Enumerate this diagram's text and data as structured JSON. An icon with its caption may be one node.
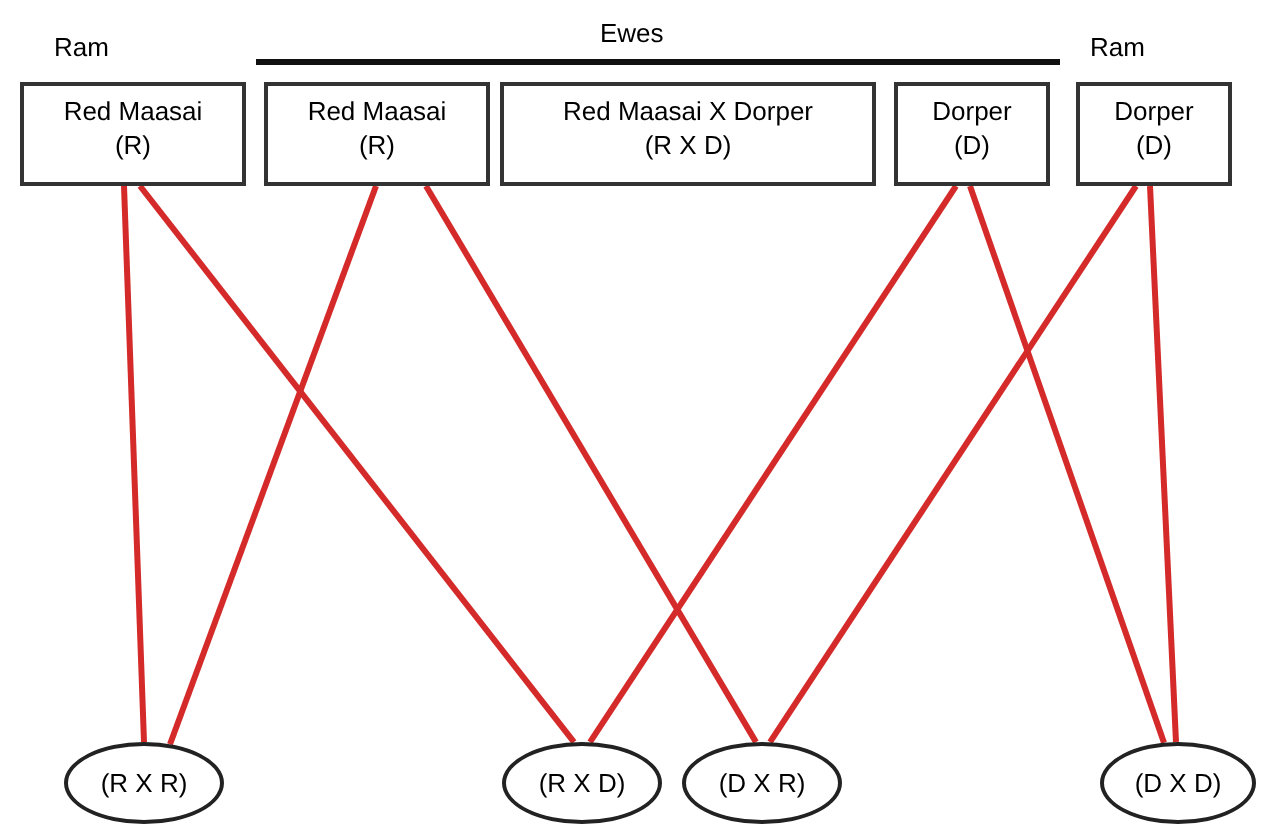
{
  "diagram": {
    "nodes": [
      {
        "text": [
          "Red Maasai",
          "(R)"
        ],
        "beside": [
          "Ram"
        ]
      },
      {
        "text": [
          "Red Maasai",
          "(R)"
        ]
      },
      {
        "text": [
          "Red Maasai X Dorper",
          "(R X D)"
        ]
      },
      {
        "text": [
          "Dorper",
          "(D)"
        ]
      },
      {
        "text": [
          "Dorper",
          "(D)"
        ],
        "beside": [
          "Ram"
        ]
      },
      {
        "text": [
          "(R X R)"
        ]
      },
      {
        "text": [
          "(R X D)"
        ]
      },
      {
        "text": [
          "(D X R)"
        ]
      },
      {
        "text": [
          "(D X D)"
        ]
      }
    ],
    "edges": [
      {
        "from": 0,
        "to": 5,
        "arrow": "none"
      },
      {
        "from": 0,
        "to": 6,
        "arrow": "none"
      },
      {
        "from": 1,
        "to": 5,
        "arrow": "none"
      },
      {
        "from": 1,
        "to": 7,
        "arrow": "none"
      },
      {
        "from": 3,
        "to": 6,
        "arrow": "none"
      },
      {
        "from": 3,
        "to": 8,
        "arrow": "none"
      },
      {
        "from": 4,
        "to": 7,
        "arrow": "none"
      },
      {
        "from": 4,
        "to": 8,
        "arrow": "none"
      }
    ],
    "labels": [
      "Ewes"
    ]
  }
}
